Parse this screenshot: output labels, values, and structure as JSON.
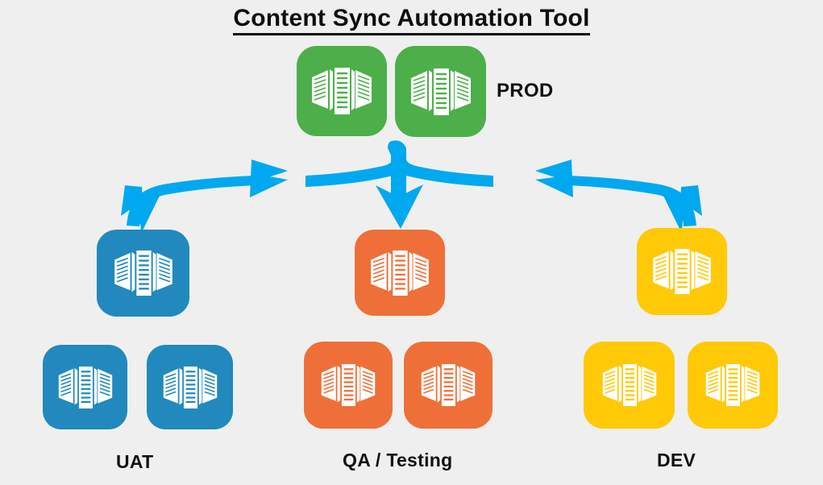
{
  "page": {
    "title": "Content Sync Automation Tool",
    "background_color": "#efefef"
  },
  "colors": {
    "prod": "#4caf4a",
    "uat": "#2189bd",
    "qa": "#ee7038",
    "dev": "#ffc907",
    "arrow": "#00a8f0",
    "text": "#111111",
    "icon": "#ffffff"
  },
  "diagram": {
    "type": "flow-hierarchy",
    "source": {
      "id": "prod",
      "label": "PROD",
      "color": "#4caf4a",
      "server_count": 2,
      "icon": "server-rack-icon"
    },
    "targets": [
      {
        "id": "uat",
        "label": "UAT",
        "color": "#2189bd",
        "primary_server_count": 1,
        "secondary_server_count": 2,
        "icon": "server-rack-icon"
      },
      {
        "id": "qa",
        "label": "QA / Testing",
        "color": "#ee7038",
        "primary_server_count": 1,
        "secondary_server_count": 2,
        "icon": "server-rack-icon"
      },
      {
        "id": "dev",
        "label": "DEV",
        "color": "#ffc907",
        "primary_server_count": 1,
        "secondary_server_count": 2,
        "icon": "server-rack-icon"
      }
    ],
    "connectors": [
      {
        "id": "prod-to-uat",
        "from": "prod",
        "to": "uat",
        "direction": "down-left",
        "color": "#00a8f0"
      },
      {
        "id": "prod-to-qa",
        "from": "prod",
        "to": "qa",
        "direction": "down",
        "color": "#00a8f0"
      },
      {
        "id": "prod-to-dev",
        "from": "prod",
        "to": "dev",
        "direction": "down-right",
        "color": "#00a8f0"
      }
    ]
  }
}
